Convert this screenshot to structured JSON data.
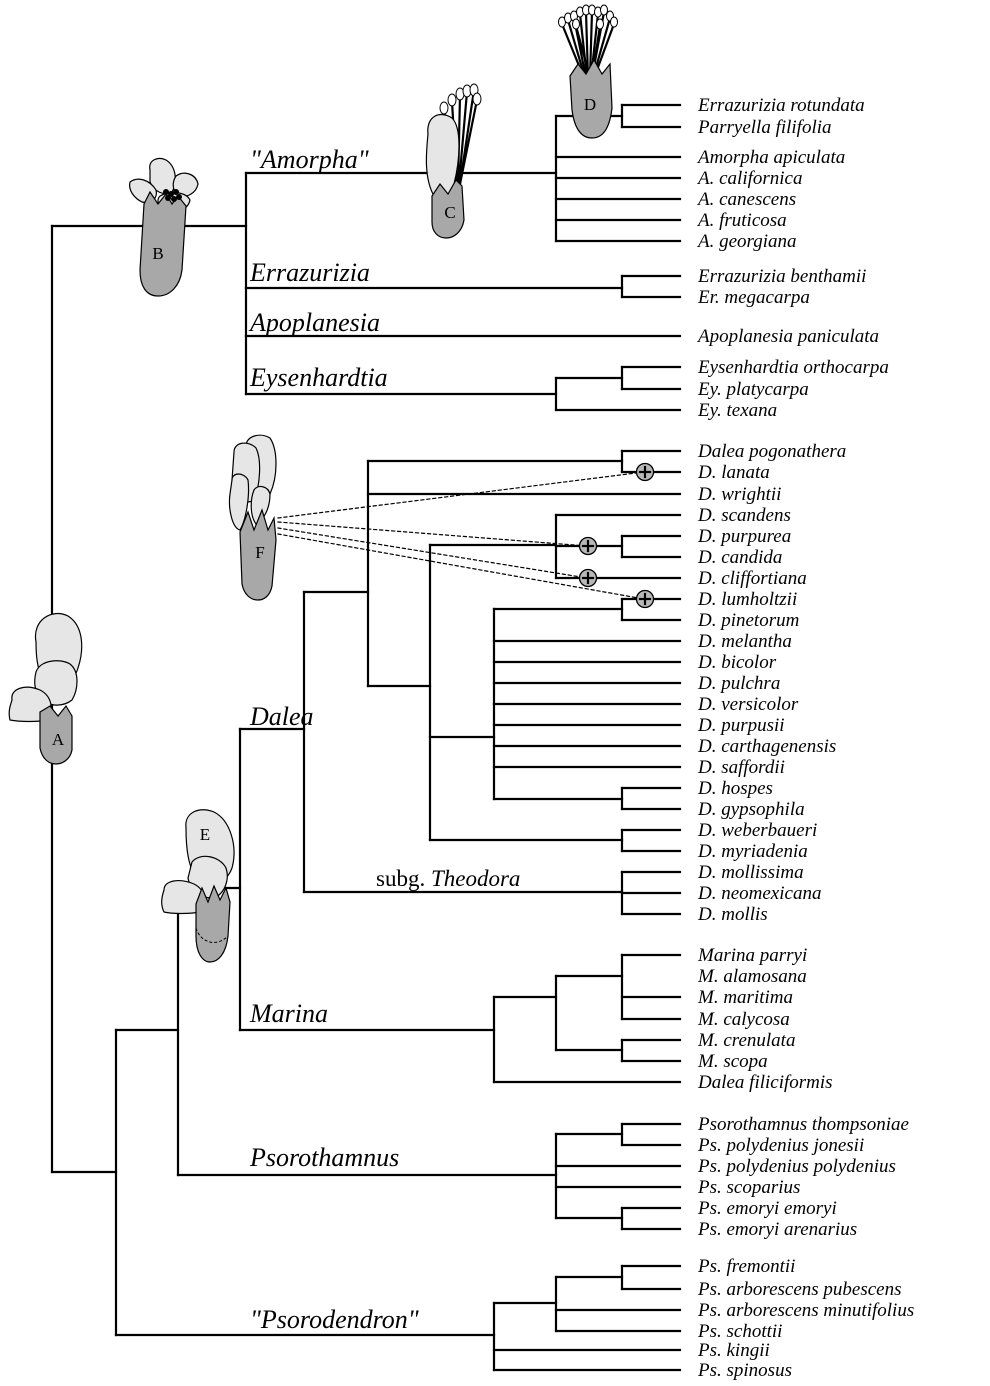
{
  "clades": {
    "amorpha": "\"Amorpha\"",
    "errazurizia": "Errazurizia",
    "apoplanesia": "Apoplanesia",
    "eysenhardtia": "Eysenhardtia",
    "dalea": "Dalea",
    "theodora_prefix": "subg.",
    "theodora_name": "Theodora",
    "marina": "Marina",
    "psorothamnus": "Psorothamnus",
    "psorodendron": "\"Psorodendron\""
  },
  "flowers": {
    "A": "A",
    "B": "B",
    "C": "C",
    "D": "D",
    "E": "E",
    "F": "F"
  },
  "taxa": [
    "Errazurizia rotundata",
    "Parryella filifolia",
    "Amorpha apiculata",
    "A. californica",
    "A. canescens",
    "A. fruticosa",
    "A. georgiana",
    "Errazurizia benthamii",
    "Er. megacarpa",
    "Apoplanesia paniculata",
    "Eysenhardtia orthocarpa",
    "Ey. platycarpa",
    "Ey. texana",
    "Dalea pogonathera",
    "D. lanata",
    "D. wrightii",
    "D. scandens",
    "D. purpurea",
    "D. candida",
    "D. cliffortiana",
    "D. lumholtzii",
    "D. pinetorum",
    "D. melantha",
    "D. bicolor",
    "D. pulchra",
    "D. versicolor",
    "D. purpusii",
    "D. carthagenensis",
    "D. saffordii",
    "D. hospes",
    "D. gypsophila",
    "D. weberbaueri",
    "D. myriadenia",
    "D. mollissima",
    "D. neomexicana",
    "D. mollis",
    "Marina parryi",
    "M. alamosana",
    "M. maritima",
    "M. calycosa",
    "M. crenulata",
    "M. scopa",
    "Dalea filiciformis",
    "Psorothamnus thompsoniae",
    "Ps. polydenius jonesii",
    "Ps. polydenius polydenius",
    "Ps. scoparius",
    "Ps. emoryi emoryi",
    "Ps. emoryi arenarius",
    "Ps. fremontii",
    "Ps. arborescens pubescens",
    "Ps. arborescens minutifolius",
    "Ps. schottii",
    "Ps. kingii",
    "Ps. spinosus"
  ]
}
